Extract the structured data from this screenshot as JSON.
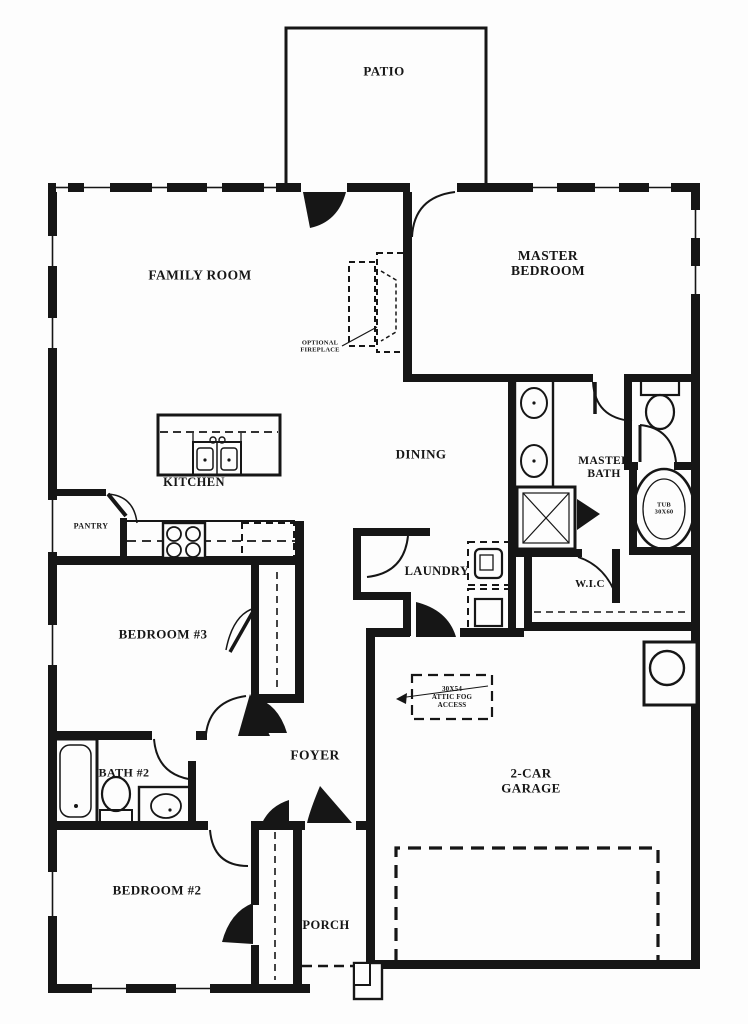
{
  "document": {
    "type": "residential floor plan",
    "ink_color": "#161616",
    "paper_color": "#fdfdfd"
  },
  "labels": {
    "patio": "PATIO",
    "family_room": "FAMILY ROOM",
    "master_line1": "MASTER",
    "master_line2": "BEDROOM",
    "kitchen": "KITCHEN",
    "dining": "DINING",
    "pantry": "PANTRY",
    "mbath_line1": "MASTER",
    "mbath_line2": "BATH",
    "laundry": "LAUNDRY",
    "wic": "W.I.C",
    "bedroom3": "BEDROOM #3",
    "foyer": "FOYER",
    "bath2": "BATH #2",
    "bedroom2": "BEDROOM #2",
    "porch": "PORCH",
    "garage_line1": "2-CAR",
    "garage_line2": "GARAGE"
  },
  "annotations": {
    "fireplace_line1": "OPTIONAL",
    "fireplace_line2": "FIREPLACE",
    "tub_line1": "TUB",
    "tub_line2": "30X60",
    "attic_line1": "30X54",
    "attic_line2": "ATTIC FOG",
    "attic_line3": "ACCESS"
  }
}
